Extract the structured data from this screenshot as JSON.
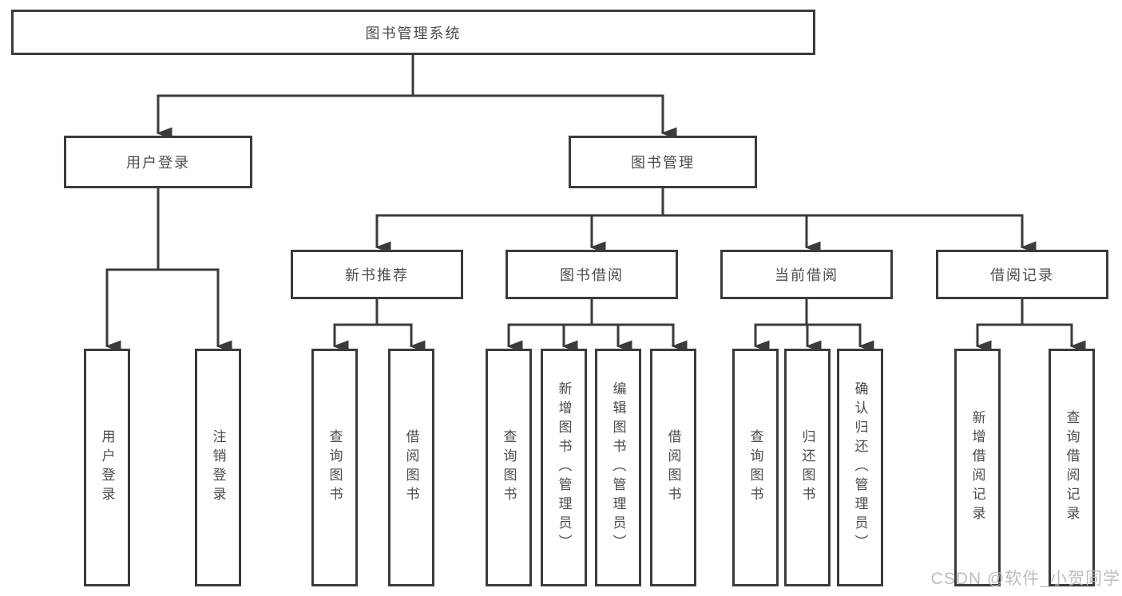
{
  "diagram": {
    "root": {
      "label": "图书管理系统"
    },
    "level2": {
      "user_login": {
        "label": "用户登录"
      },
      "book_mgmt": {
        "label": "图书管理"
      }
    },
    "level3": {
      "new_book_rec": {
        "label": "新书推荐"
      },
      "book_borrow": {
        "label": "图书借阅"
      },
      "current_borrow": {
        "label": "当前借阅"
      },
      "borrow_records": {
        "label": "借阅记录"
      }
    },
    "leaves": {
      "user_login_login": {
        "label": "用户登录"
      },
      "user_login_logout": {
        "label": "注销登录"
      },
      "new_book_query": {
        "label": "查询图书"
      },
      "new_book_borrow": {
        "label": "借阅图书"
      },
      "borrow_query": {
        "label": "查询图书"
      },
      "borrow_add": {
        "label": "新增图书（管理员）"
      },
      "borrow_edit": {
        "label": "编辑图书（管理员）"
      },
      "borrow_borrow": {
        "label": "借阅图书"
      },
      "current_query": {
        "label": "查询图书"
      },
      "current_return": {
        "label": "归还图书"
      },
      "current_confirm": {
        "label": "确认归还（管理员）"
      },
      "records_add": {
        "label": "新增借阅记录"
      },
      "records_query": {
        "label": "查询借阅记录"
      }
    }
  },
  "watermark": {
    "text": "CSDN @软件_小贺同学"
  },
  "colors": {
    "line": "#3b3b3b",
    "text": "#4c4c4c",
    "watermark": "#b7b7b7",
    "background": "#ffffff"
  }
}
